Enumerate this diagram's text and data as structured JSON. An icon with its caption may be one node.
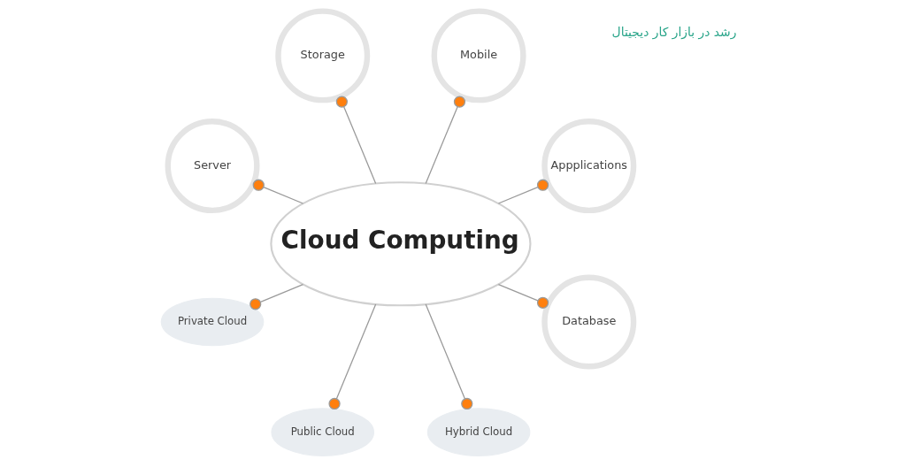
{
  "diagram": {
    "nodes": [
      {
        "text": [
          "Mobile"
        ]
      },
      {
        "text": [
          "Storage"
        ]
      },
      {
        "text": [
          "Appplications"
        ]
      },
      {
        "text": [
          "Cloud Computing"
        ]
      },
      {
        "text": [
          "Server"
        ]
      },
      {
        "text": [
          "Database"
        ]
      },
      {
        "text": [
          "Private Cloud"
        ]
      },
      {
        "text": [
          "Hybrid Cloud"
        ]
      },
      {
        "text": [
          "Public Cloud"
        ]
      }
    ],
    "edges": [
      {
        "from": 3,
        "to": 0,
        "arrow": "other"
      },
      {
        "from": 3,
        "to": 2,
        "arrow": "other"
      },
      {
        "from": 3,
        "to": 5,
        "arrow": "other"
      },
      {
        "from": 3,
        "to": 7,
        "arrow": "other"
      },
      {
        "from": 3,
        "to": 8,
        "arrow": "other"
      },
      {
        "from": 3,
        "to": 6,
        "arrow": "other"
      },
      {
        "from": 3,
        "to": 4,
        "arrow": "other"
      },
      {
        "from": 3,
        "to": 1,
        "arrow": "other"
      }
    ],
    "labels": [
      "رشد در بازار کار دیجیتال"
    ]
  }
}
